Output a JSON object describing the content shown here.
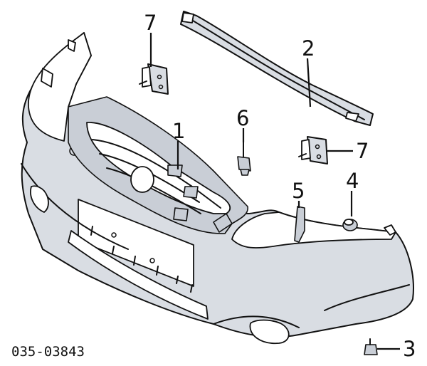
{
  "diagram": {
    "callouts": [
      "1",
      "2",
      "3",
      "4",
      "5",
      "6",
      "7",
      "7"
    ],
    "part_code": "035-03843"
  },
  "colors": {
    "line": "#111111",
    "fill": "#d9dde3",
    "background": "#ffffff"
  }
}
